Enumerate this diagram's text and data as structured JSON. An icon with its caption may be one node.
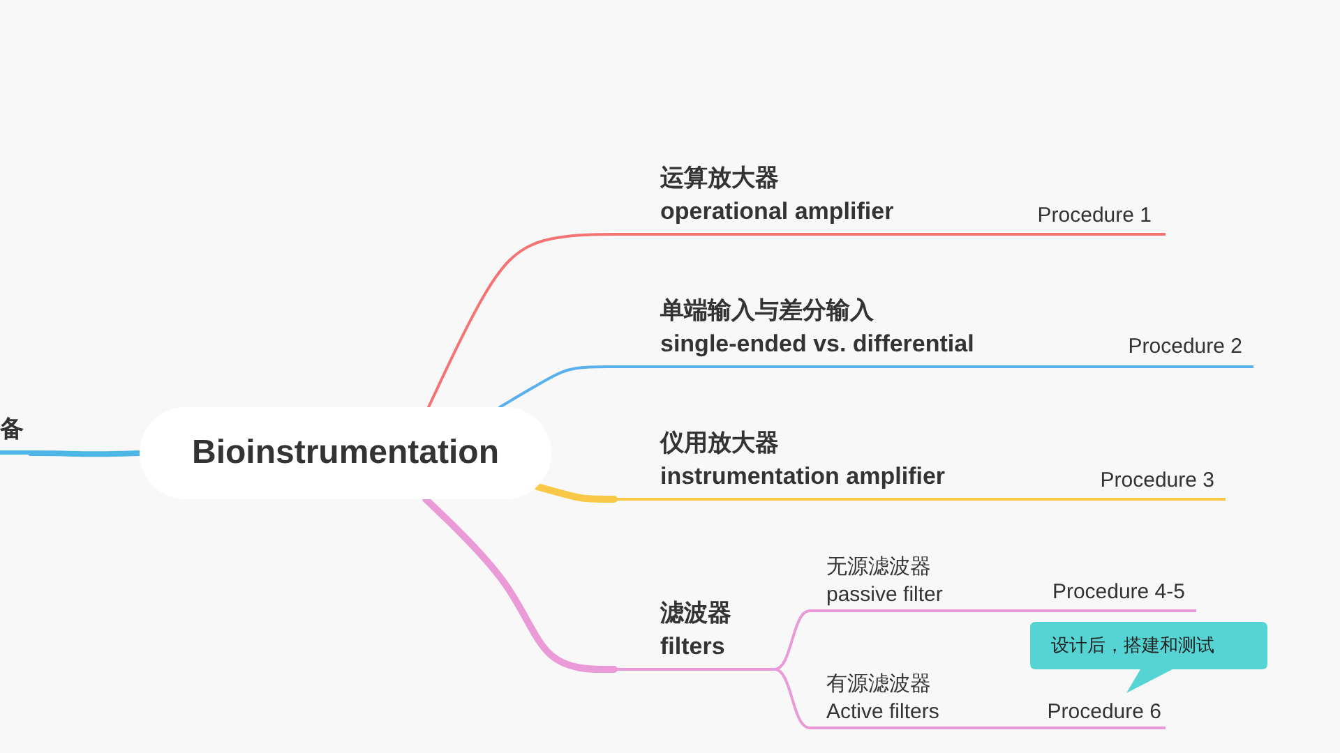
{
  "diagram": {
    "nodes": [
      {
        "text": [
          "Bioinstrumentation"
        ]
      },
      {
        "text": [
          "备"
        ]
      },
      {
        "text": [
          "运算放大器",
          "operational amplifier",
          "Procedure 1"
        ]
      },
      {
        "text": [
          "单端输入与差分输入",
          "single-ended vs. differential",
          "Procedure 2"
        ]
      },
      {
        "text": [
          "仪用放大器",
          "instrumentation amplifier",
          "Procedure 3"
        ]
      },
      {
        "text": [
          "滤波器",
          "filters"
        ]
      },
      {
        "text": [
          "无源滤波器",
          "passive filter",
          "Procedure 4-5"
        ]
      },
      {
        "text": [
          "有源滤波器",
          "Active filters",
          "Procedure 6"
        ]
      },
      {
        "text": [
          "设计后，搭建和测试"
        ]
      }
    ],
    "edges": [
      {
        "from": 0,
        "to": 1,
        "arrow": "none",
        "style": "thick",
        "color": "#4db6e6"
      },
      {
        "from": 0,
        "to": 2,
        "arrow": "none",
        "color": "#f47373"
      },
      {
        "from": 0,
        "to": 3,
        "arrow": "none",
        "color": "#5ab0ec"
      },
      {
        "from": 0,
        "to": 4,
        "arrow": "none",
        "style": "thick",
        "color": "#f9c846"
      },
      {
        "from": 0,
        "to": 5,
        "arrow": "none",
        "style": "thick",
        "color": "#eb9ad8"
      },
      {
        "from": 5,
        "to": 6,
        "arrow": "none",
        "color": "#eb9ad8"
      },
      {
        "from": 5,
        "to": 7,
        "arrow": "none",
        "color": "#eb9ad8"
      }
    ]
  }
}
